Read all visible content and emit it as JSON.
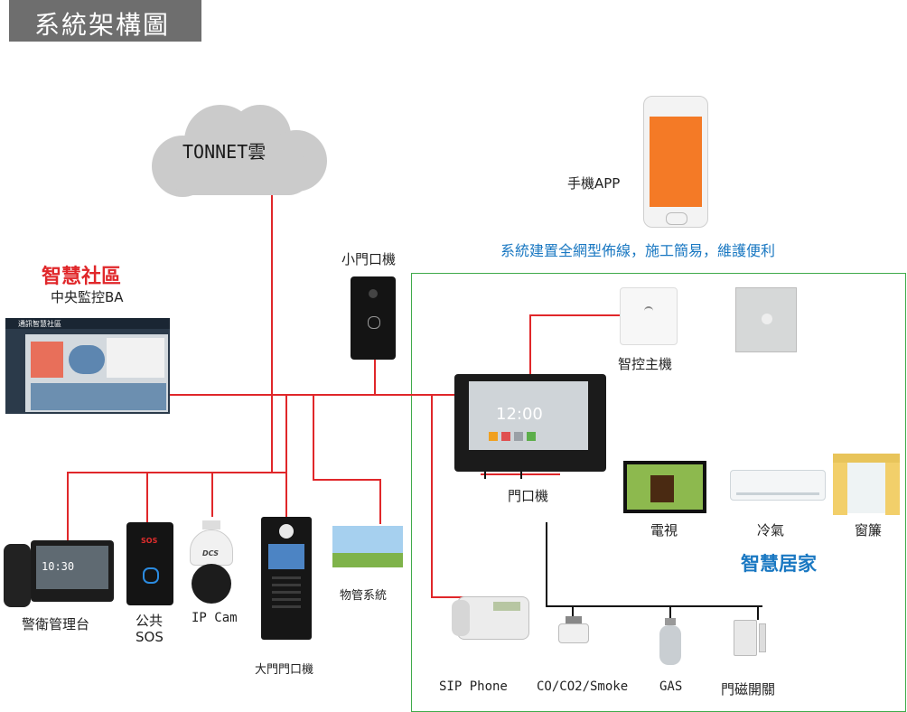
{
  "title": "系統架構圖",
  "cloud_label": "TONNET雲",
  "mobile_app_label": "手機APP",
  "wiring_note": "系統建置全網型佈線，施工簡易，維護便利",
  "community": {
    "title": "智慧社區",
    "subtitle": "中央監控BA",
    "app_title": "通訊智慧社區"
  },
  "devices": {
    "small_door_station": "小門口機",
    "smart_controller": "智控主機",
    "door_station": "門口機",
    "tv": "電視",
    "air_conditioner": "冷氣",
    "curtain": "窗簾",
    "guard_console": "警衛管理台",
    "public_sos_line1": "公共",
    "public_sos_line2": "SOS",
    "ip_cam": "IP Cam",
    "main_gate_station": "大門門口機",
    "property_system": "物管系統",
    "sip_phone": "SIP Phone",
    "smoke_detector": "CO/CO2/Smoke",
    "gas": "GAS",
    "door_sensor": "門磁開關"
  },
  "smart_home_label": "智慧居家",
  "door_station_time": "12:00",
  "guard_console_time": "10:30",
  "sos_badge": "SOS",
  "camera_brand": "DCS",
  "colors": {
    "wire": "#e0272a",
    "home_frame": "#3faa4a",
    "accent_blue": "#1a78c2",
    "community_red": "#e0272a",
    "title_bg": "#6e6e6e"
  }
}
